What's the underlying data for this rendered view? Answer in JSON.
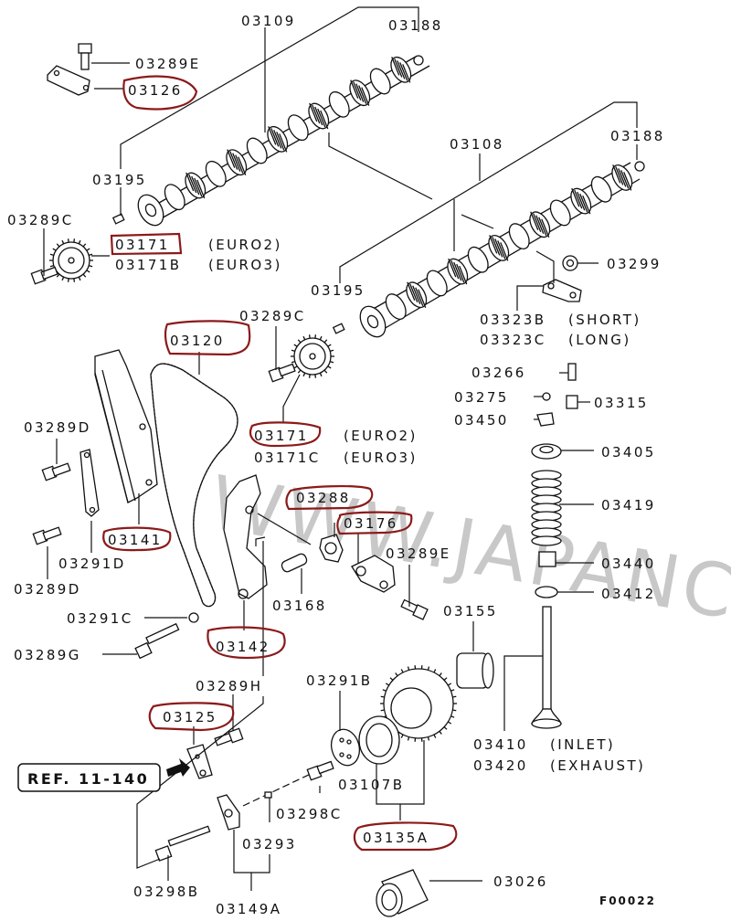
{
  "diagram": {
    "title": "Camshaft and timing chain exploded parts diagram",
    "watermark": "WWW.JAPANCATS.RU",
    "figure_code": "F00022",
    "reference": "REF. 11-140",
    "highlight_color": "#8b1a1a",
    "labels": {
      "p03109": "03109",
      "p03188a": "03188",
      "p03289e_top": "03289E",
      "p03126": "03126",
      "p03195a": "03195",
      "p03289c_left": "03289C",
      "p03171_left": "03171",
      "p03171_left_note": "(EURO2)",
      "p03171b": "03171B",
      "p03171b_note": "(EURO3)",
      "p03108": "03108",
      "p03188b": "03188",
      "p03299": "03299",
      "p03195b": "03195",
      "p03323b": "03323B",
      "p03323b_note": "(SHORT)",
      "p03323c": "03323C",
      "p03323c_note": "(LONG)",
      "p03120": "03120",
      "p03289c_mid": "03289C",
      "p03266": "03266",
      "p03275": "03275",
      "p03315": "03315",
      "p03450": "03450",
      "p03289d_top": "03289D",
      "p03171_mid": "03171",
      "p03171_mid_note": "(EURO2)",
      "p03171c": "03171C",
      "p03171c_note": "(EURO3)",
      "p03405": "03405",
      "p03288": "03288",
      "p03419": "03419",
      "p03176": "03176",
      "p03141": "03141",
      "p03289e_mid": "03289E",
      "p03440": "03440",
      "p03291d": "03291D",
      "p03168": "03168",
      "p03289d_bot": "03289D",
      "p03412": "03412",
      "p03291c": "03291C",
      "p03155": "03155",
      "p03142": "03142",
      "p03289g": "03289G",
      "p03291b": "03291B",
      "p03289h": "03289H",
      "p03125": "03125",
      "p03410": "03410",
      "p03410_note": "(INLET)",
      "p03420": "03420",
      "p03420_note": "(EXHAUST)",
      "p03107b": "03107B",
      "p03298c": "03298C",
      "p03293": "03293",
      "p03135a": "03135A",
      "p03298b": "03298B",
      "p03026": "03026",
      "p03149a": "03149A"
    },
    "highlighted_parts": [
      "03126",
      "03171",
      "03120",
      "03171",
      "03288",
      "03176",
      "03141",
      "03142",
      "03125",
      "03135A"
    ]
  }
}
